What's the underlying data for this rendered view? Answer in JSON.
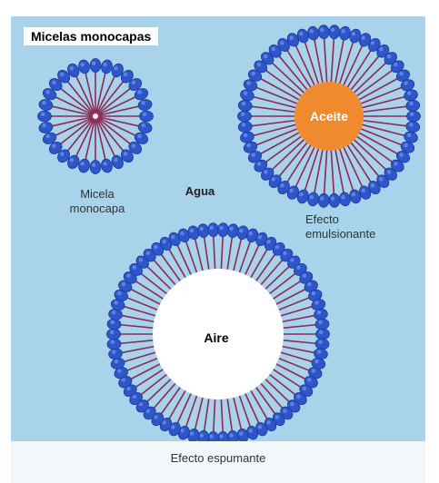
{
  "title": "Micelas monocapas",
  "labels": {
    "micela_line1": "Micela",
    "micela_line2": "monocapa",
    "agua": "Agua",
    "aceite": "Aceite",
    "emulsion_line1": "Efecto",
    "emulsion_line2": "emulsionante",
    "aire": "Aire",
    "espumante": "Efecto espumante"
  },
  "colors": {
    "background": "#a9d3ea",
    "head": "#2f56c9",
    "tail": "#8a2a55",
    "oil": "#ef8a2f",
    "air": "#ffffff"
  }
}
